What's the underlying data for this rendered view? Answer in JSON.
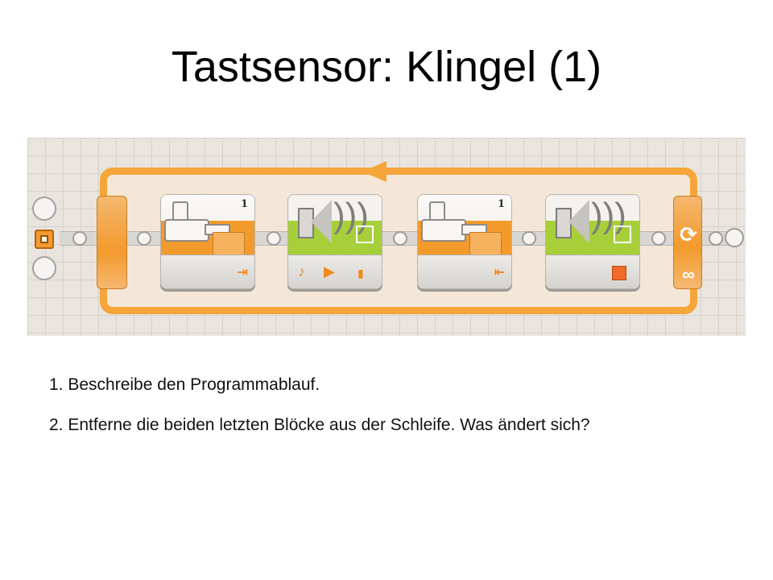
{
  "title": "Tastsensor: Klingel (1)",
  "program": {
    "blocks": [
      {
        "type": "touch-sensor",
        "port": "1",
        "action": "pressed"
      },
      {
        "type": "sound",
        "mode": "play"
      },
      {
        "type": "touch-sensor",
        "port": "1",
        "action": "released"
      },
      {
        "type": "sound",
        "mode": "stop"
      }
    ],
    "loop": {
      "mode": "forever",
      "symbol": "∞",
      "repeat_symbol": "⟳"
    },
    "icons": {
      "pressed": "⇥",
      "released": "⇤",
      "note": "♪",
      "play": "▶",
      "volume": "▮"
    },
    "colors": {
      "loop": "#f5a53a",
      "sensor": "#f39a2c",
      "sound": "#a7cf3a",
      "stop": "#f26a28"
    }
  },
  "tasks": [
    "1. Beschreibe den Programmablauf.",
    "2. Entferne die beiden letzten Blöcke aus der Schleife. Was ändert sich?"
  ]
}
